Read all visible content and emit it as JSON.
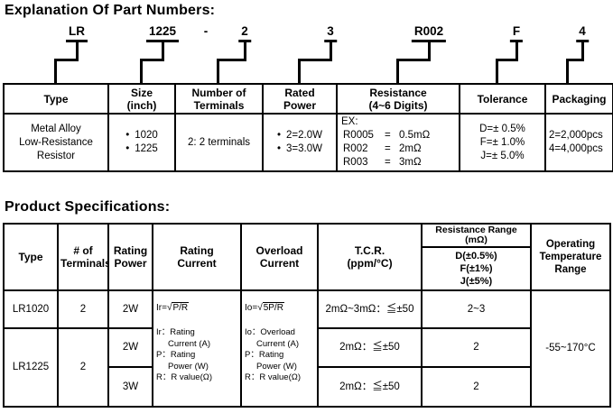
{
  "titles": {
    "part_numbers": "Explanation Of Part Numbers:",
    "product_specs": "Product Specifications:"
  },
  "part_number": {
    "segments": [
      {
        "label": "LR"
      },
      {
        "label": "1225"
      },
      {
        "label": "-"
      },
      {
        "label": "2"
      },
      {
        "label": "3"
      },
      {
        "label": "R002"
      },
      {
        "label": "F"
      },
      {
        "label": "4"
      }
    ]
  },
  "explanation_table": {
    "headers": {
      "type": [
        "Type"
      ],
      "size": [
        "Size",
        "(inch)"
      ],
      "terminals": [
        "Number of",
        "Terminals"
      ],
      "rated_power": [
        "Rated",
        "Power"
      ],
      "resistance": [
        "Resistance",
        "(4~6 Digits)"
      ],
      "tolerance": [
        "Tolerance"
      ],
      "packaging": [
        "Packaging"
      ]
    },
    "row": {
      "bullet": "•",
      "type_lines": [
        "Metal Alloy",
        "Low-Resistance",
        "Resistor"
      ],
      "sizes": [
        "1020",
        "1225"
      ],
      "terminals": "2: 2 terminals",
      "powers": [
        "2=2.0W",
        "3=3.0W"
      ],
      "resistance_label": "EX:",
      "resistance_examples": [
        {
          "code": "R0005",
          "eq": "=",
          "value": "0.5mΩ"
        },
        {
          "code": "R002",
          "eq": "=",
          "value": "2mΩ"
        },
        {
          "code": "R003",
          "eq": "=",
          "value": "3mΩ"
        }
      ],
      "tolerances": [
        "D=± 0.5%",
        "F=± 1.0%",
        "J=± 5.0%"
      ],
      "packaging": [
        "2=2,000pcs",
        "4=4,000pcs"
      ]
    }
  },
  "spec_table": {
    "radical": "√",
    "headers": {
      "type": [
        "Type"
      ],
      "terminals": [
        "# of",
        "Terminals"
      ],
      "rating_power": [
        "Rating",
        "Power"
      ],
      "rating_current": [
        "Rating",
        "Current"
      ],
      "overload_current": [
        "Overload",
        "Current"
      ],
      "tcr": [
        "T.C.R.",
        "(ppm/°C)"
      ],
      "resistance_range_title": [
        "Resistance Range",
        "(mΩ)"
      ],
      "resistance_range_tolerances": [
        "D(±0.5%)",
        "F(±1%)",
        "J(±5%)"
      ],
      "operating": [
        "Operating",
        "Temperature",
        "Range"
      ]
    },
    "rating_current_cell": {
      "formula_prefix": "Ir=",
      "radicand": "P/R",
      "legend": [
        {
          "text": "Ir：Rating"
        },
        {
          "text": "Current (A)"
        },
        {
          "text": "P：Rating"
        },
        {
          "text": "Power (W)"
        },
        {
          "text": "R：R value(Ω)"
        }
      ]
    },
    "overload_current_cell": {
      "formula_prefix": "Io=",
      "radicand": "5P/R",
      "legend": [
        {
          "text": "Io：Overload"
        },
        {
          "text": "Current (A)"
        },
        {
          "text": "P：Rating"
        },
        {
          "text": "Power (W)"
        },
        {
          "text": "R：R value(Ω)"
        }
      ]
    },
    "rows": [
      {
        "type": "LR1020",
        "terminals": "2",
        "power": "2W",
        "tcr": "2mΩ~3mΩ：≦±50",
        "range": "2~3"
      },
      {
        "type": "LR1225",
        "terminals": "2",
        "power": "2W",
        "tcr": "2mΩ：≦±50",
        "range": "2"
      },
      {
        "power": "3W",
        "tcr": "2mΩ：≦±50",
        "range": "2"
      }
    ],
    "operating_value": "-55~170°C"
  }
}
